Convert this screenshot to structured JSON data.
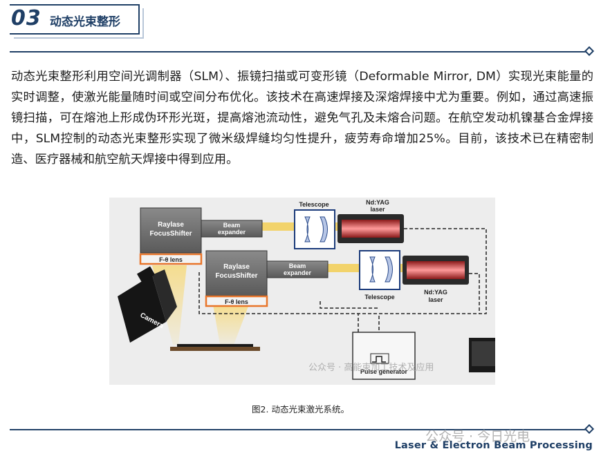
{
  "section": {
    "number": "03",
    "title": "动态光束整形"
  },
  "paragraph": "动态光束整形利用空间光调制器（SLM）、振镜扫描或可变形镜（Deformable Mirror, DM）实现光束能量的实时调整，使激光能量随时间或空间分布优化。该技术在高速焊接及深熔焊接中尤为重要。例如，通过高速振镜扫描，可在熔池上形成伪环形光斑，提高熔池流动性，避免气孔及未熔合问题。在航空发动机镍基合金焊接中，SLM控制的动态光束整形实现了微米级焊缝均匀性提升，疲劳寿命增加25%。目前，该技术已在精密制造、医疗器械和航空航天焊接中得到应用。",
  "figure": {
    "labels": {
      "telescope_top": "Telescope",
      "laser_top_1": "Nd:YAG",
      "laser_top_2": "laser",
      "raylase_1a": "Raylase",
      "raylase_1b": "FocusShifter",
      "beam_exp_1a": "Beam",
      "beam_exp_1b": "expander",
      "flens_1": "F-θ lens",
      "raylase_2a": "Raylase",
      "raylase_2b": "FocusShifter",
      "beam_exp_2a": "Beam",
      "beam_exp_2b": "expander",
      "flens_2": "F-θ lens",
      "camera": "Camera",
      "telescope_bottom": "Telescope",
      "laser_bottom_1": "Nd:YAG",
      "laser_bottom_2": "laser",
      "pulse_gen": "Pulse generator",
      "figure_watermark": "公众号 · 高能束加工技术及应用"
    }
  },
  "caption": "图2. 动态光束激光系统。",
  "footer": {
    "watermark": "公众号 · 今日光电",
    "brand": "Laser & Electron Beam Processing"
  },
  "colors": {
    "accent": "#1f3f66",
    "beam": "#f2d36b",
    "flens": "#e8752a"
  }
}
